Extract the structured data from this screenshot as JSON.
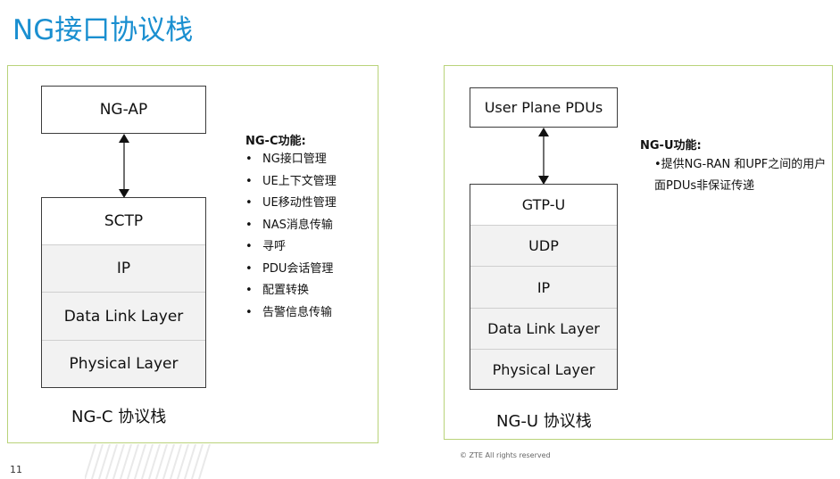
{
  "title": "NG接口协议栈",
  "left": {
    "top_box": "NG-AP",
    "layers": [
      "SCTP",
      "IP",
      "Data Link Layer",
      "Physical Layer"
    ],
    "caption": "NG-C 协议栈",
    "functions_title": "NG-C功能:",
    "functions": [
      "NG接口管理",
      "UE上下文管理",
      "UE移动性管理",
      "NAS消息传输",
      "寻呼",
      "PDU会话管理",
      "配置转换",
      "告警信息传输"
    ]
  },
  "right": {
    "top_box": "User Plane PDUs",
    "layers": [
      "GTP-U",
      "UDP",
      "IP",
      "Data Link Layer",
      "Physical Layer"
    ],
    "caption": "NG-U 协议栈",
    "functions_title": "NG-U功能:",
    "functions_desc": "•提供NG-RAN 和UPF之间的用户面PDUs非保证传递"
  },
  "page_number": "11",
  "copyright": "© ZTE All rights reserved",
  "colors": {
    "title": "#1a8fd0",
    "panel_border": "#b9d37a"
  }
}
